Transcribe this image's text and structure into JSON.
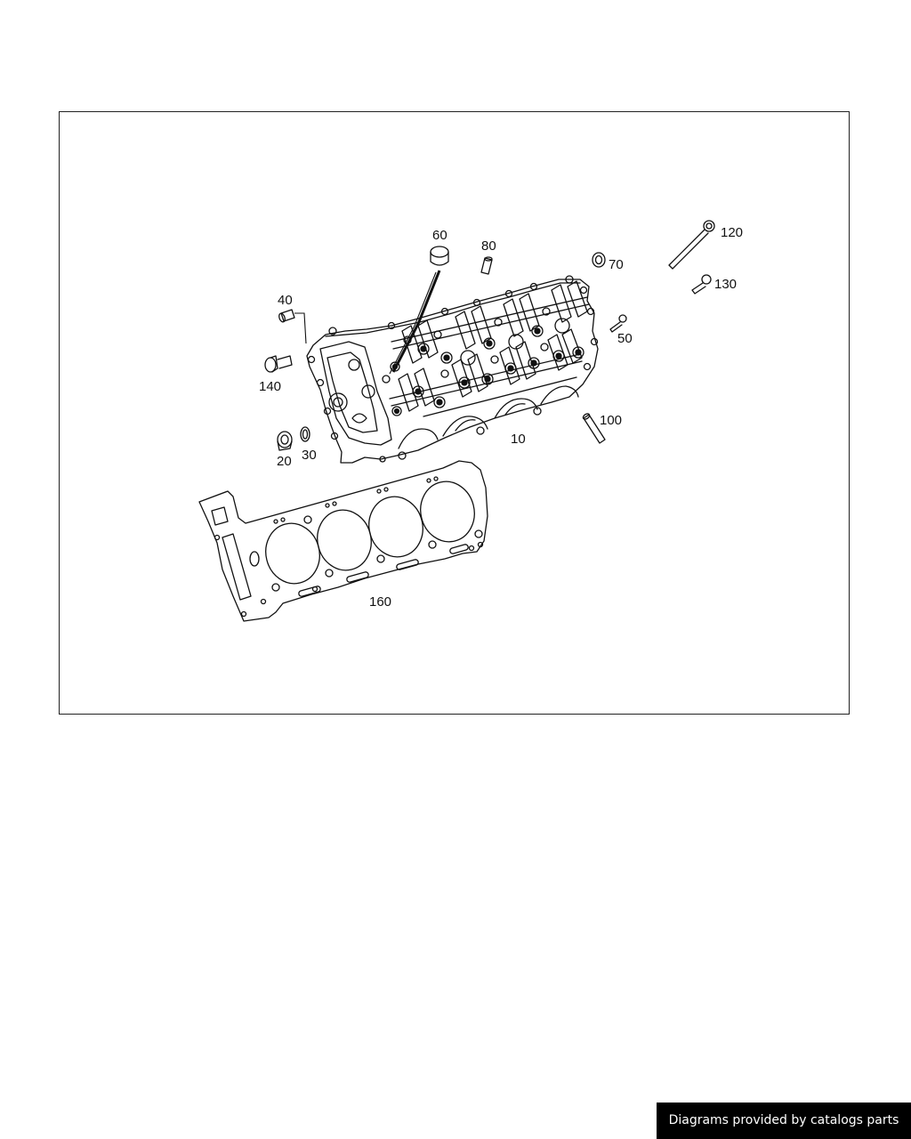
{
  "callouts": {
    "c10": "10",
    "c20": "20",
    "c30": "30",
    "c40": "40",
    "c50": "50",
    "c60": "60",
    "c70": "70",
    "c80": "80",
    "c100": "100",
    "c120": "120",
    "c130": "130",
    "c140": "140",
    "c160": "160"
  },
  "footer": {
    "credit": "Diagrams provided by catalogs parts"
  },
  "colors": {
    "line": "#111111",
    "credit_bg": "#000000",
    "credit_text": "#ffffff"
  }
}
